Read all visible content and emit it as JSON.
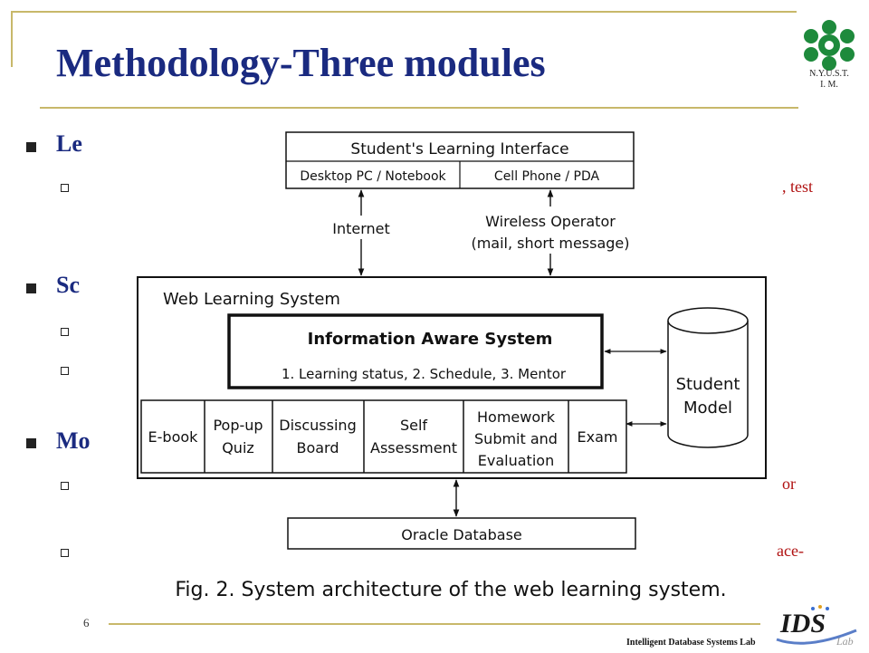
{
  "slide": {
    "title": "Methodology-Three modules",
    "page_number": "6",
    "footer_text": "Intelligent Database Systems Lab",
    "logo_lines": [
      "N.Y.U.S.T.",
      "I. M."
    ],
    "ids_logo_text": "IDS",
    "ids_logo_sub": "Lab"
  },
  "bullets": {
    "b1_visible": "Le",
    "b2_visible": "Sc",
    "b3_visible": "Mo",
    "r1_visible": ", test",
    "r4_visible": "or",
    "r5_visible": "ace-"
  },
  "figure": {
    "interface_title": "Student's Learning Interface",
    "desktop": "Desktop PC / Notebook",
    "cell": "Cell Phone / PDA",
    "internet": "Internet",
    "wireless_1": "Wireless Operator",
    "wireless_2": "(mail, short message)",
    "web_system": "Web Learning System",
    "ias_title": "Information Aware System",
    "ias_items": "1. Learning status, 2. Schedule, 3. Mentor",
    "student_model_1": "Student",
    "student_model_2": "Model",
    "modules": [
      {
        "l1": "E-book"
      },
      {
        "l1": "Pop-up",
        "l2": "Quiz"
      },
      {
        "l1": "Discussing",
        "l2": "Board"
      },
      {
        "l1": "Self",
        "l2": "Assessment"
      },
      {
        "l1": "Homework",
        "l2": "Submit and",
        "l3": "Evaluation"
      },
      {
        "l1": "Exam"
      }
    ],
    "oracle": "Oracle Database",
    "caption": "Fig. 2.  System architecture of the web learning system."
  },
  "colors": {
    "title": "#1a2a80",
    "accent_rule": "#c8b86a",
    "red_text": "#b01010",
    "logo_green": "#1e8a3c"
  }
}
